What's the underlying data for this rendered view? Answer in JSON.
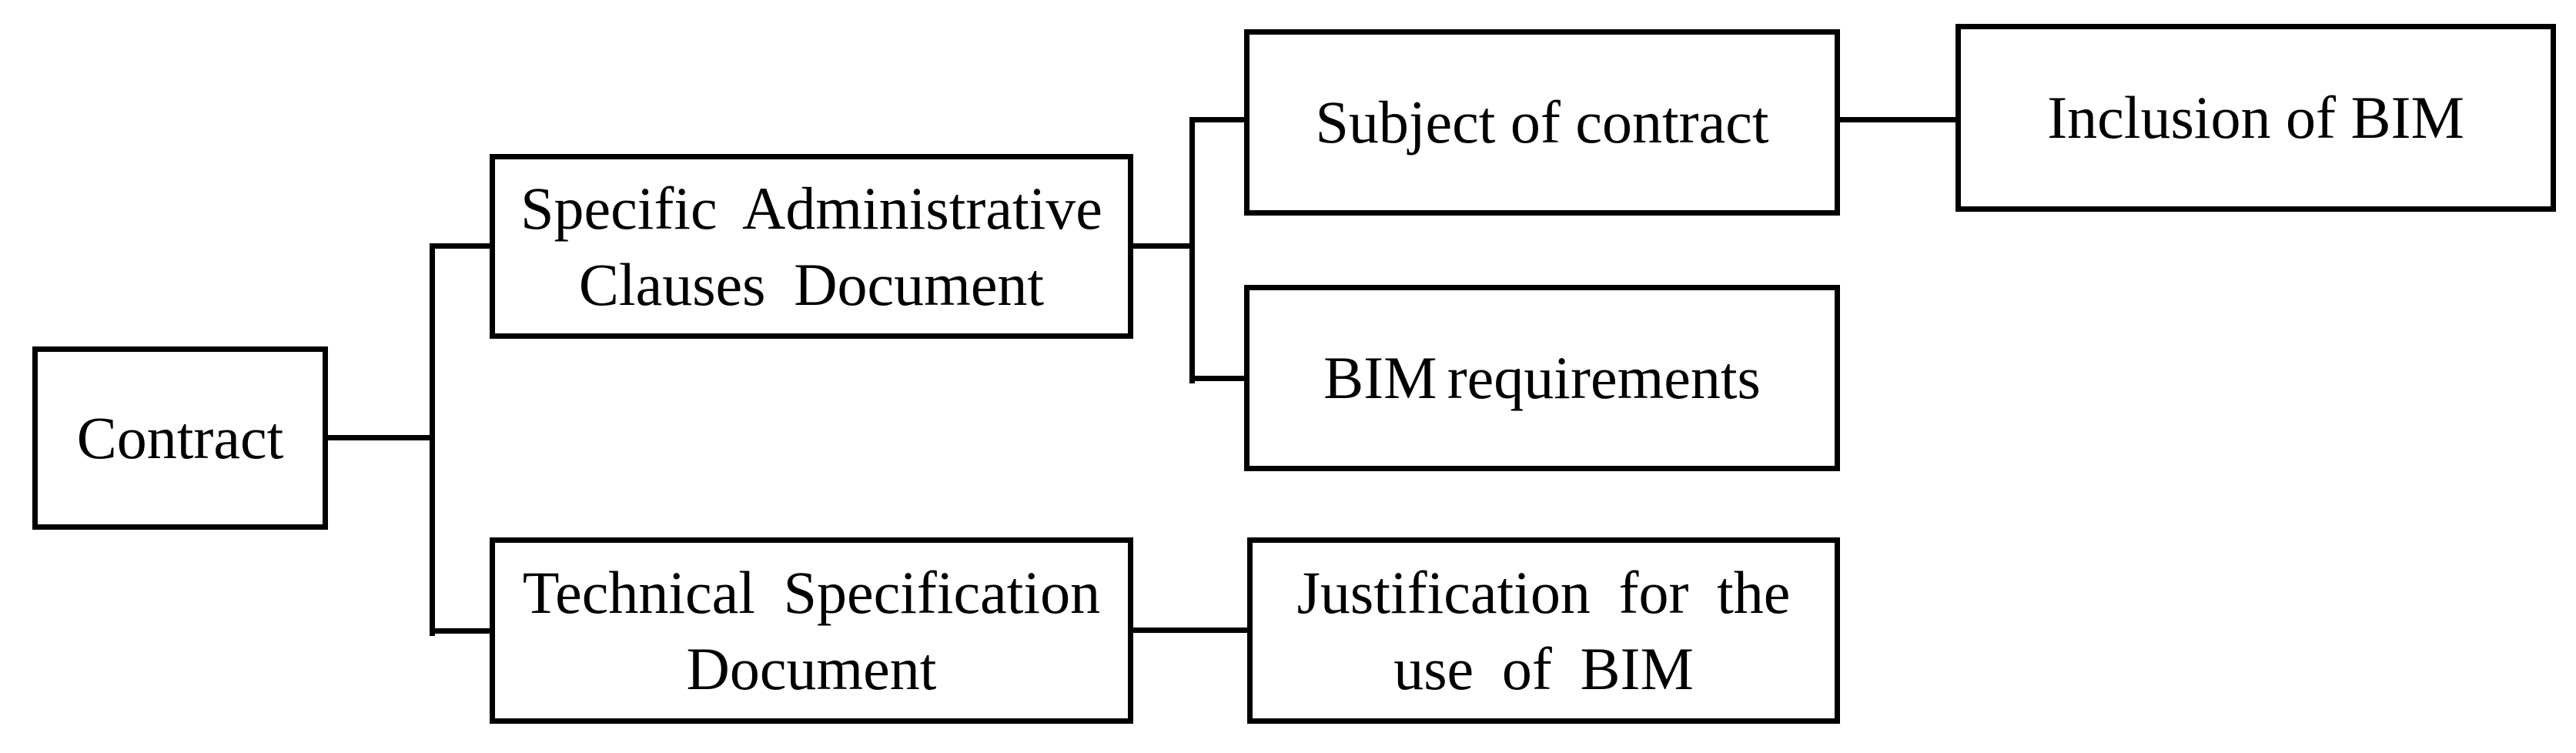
{
  "diagram": {
    "colors": {
      "background": "#ffffff",
      "line": "#000000",
      "box_fill": "#ffffff"
    },
    "nodes": {
      "contract": {
        "label": "Contract",
        "lines": [
          "Contract"
        ]
      },
      "sacd": {
        "label": "Specific Administrative Clauses Document",
        "lines": [
          "Specific Administrative",
          "Clauses Document"
        ]
      },
      "tsd": {
        "label": "Technical Specification Document",
        "lines": [
          "Technical Specification",
          "Document"
        ]
      },
      "subject": {
        "label": "Subject of contract",
        "lines": [
          "Subject of contract"
        ]
      },
      "bimreq": {
        "label": "BIM requirements",
        "lines": [
          "BIM requirements"
        ]
      },
      "inclusion": {
        "label": "Inclusion of BIM",
        "lines": [
          "Inclusion of BIM"
        ]
      },
      "justification": {
        "label": "Justification for the use of BIM",
        "lines": [
          "Justification for the",
          "use of BIM"
        ]
      }
    },
    "edges": [
      {
        "from": "contract",
        "to": "sacd"
      },
      {
        "from": "contract",
        "to": "tsd"
      },
      {
        "from": "sacd",
        "to": "subject"
      },
      {
        "from": "sacd",
        "to": "bimreq"
      },
      {
        "from": "subject",
        "to": "inclusion"
      },
      {
        "from": "tsd",
        "to": "justification"
      }
    ]
  }
}
